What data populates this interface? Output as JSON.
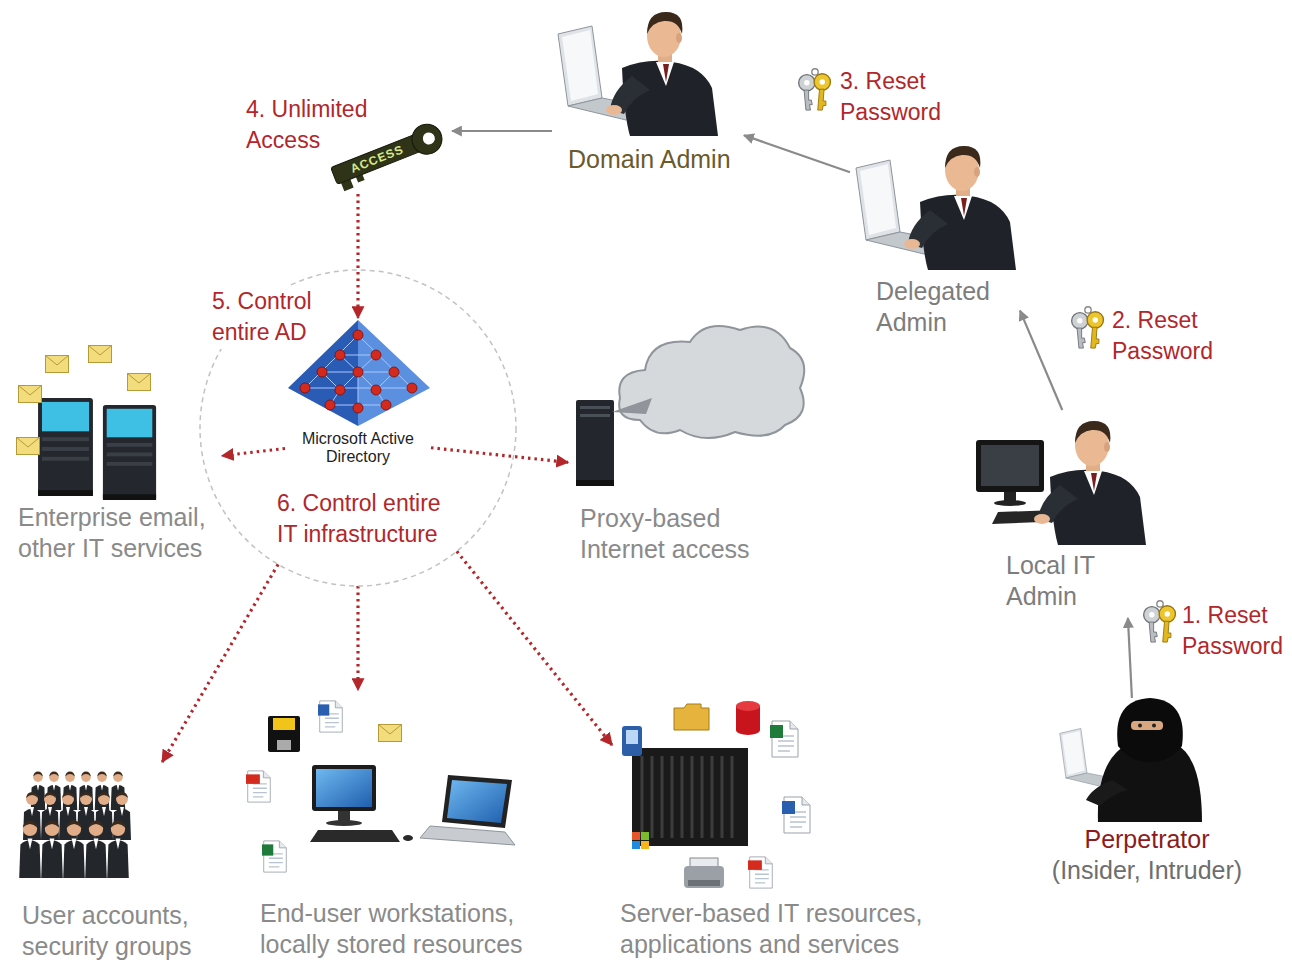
{
  "diagram": {
    "nodes": [
      {
        "text": [
          "Domain Admin"
        ]
      },
      {
        "text": [
          "Delegated Admin"
        ]
      },
      {
        "text": [
          "ACCESS"
        ]
      },
      {
        "text": [
          "6. Control entire IT infrastructure"
        ]
      },
      {
        "text": [
          "Microsoft Active Directory"
        ],
        "in": 3
      },
      {
        "text": [
          "Enterprise email, other IT services"
        ]
      },
      {
        "text": [
          "Proxy-based Internet access"
        ]
      },
      {
        "text": [
          "Local IT Admin"
        ]
      },
      {
        "text": [
          "User accounts, security groups"
        ]
      },
      {
        "text": [
          "End-user workstations, locally stored resources"
        ]
      },
      {
        "text": [
          "Server-based IT resources, applications and services"
        ]
      },
      {
        "text": [
          "Perpetrator",
          "(Insider, Intruder)"
        ]
      }
    ],
    "edges": [
      {
        "from": 11,
        "to": 7,
        "arrow": "to",
        "label": "1. Reset Password"
      },
      {
        "from": 7,
        "to": 1,
        "arrow": "to",
        "label": "2. Reset Password"
      },
      {
        "from": 1,
        "to": 0,
        "arrow": "to",
        "label": "3. Reset Password"
      },
      {
        "from": 0,
        "to": 2,
        "arrow": "to"
      },
      {
        "from": 2,
        "to": 4,
        "arrow": "to",
        "label": "5. Control entire AD"
      },
      {
        "from": 4,
        "to": 5,
        "arrow": "to"
      },
      {
        "from": 4,
        "to": 6,
        "arrow": "to"
      },
      {
        "from": 3,
        "to": 8,
        "arrow": "to"
      },
      {
        "from": 3,
        "to": 9,
        "arrow": "to"
      },
      {
        "from": 3,
        "to": 10,
        "arrow": "to"
      }
    ],
    "labels": [
      "4. Unlimited Access"
    ]
  }
}
